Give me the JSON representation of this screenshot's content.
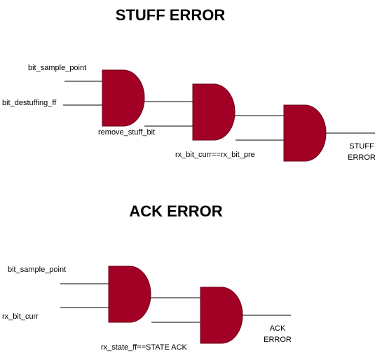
{
  "colors": {
    "gate_fill": "#a20025",
    "gate_stroke": "#6b0017",
    "wire": "#000000",
    "text": "#000000",
    "background": "#ffffff"
  },
  "stuff_error": {
    "title": "STUFF ERROR",
    "inputs": {
      "bit_sample_point": "bit_sample_point",
      "bit_destuffing_ff": "bit_destuffing_ff",
      "remove_stuff_bit": "remove_stuff_bit",
      "rx_bit_compare": "rx_bit_curr==rx_bit_pre"
    },
    "output": [
      "STUFF",
      "ERROR"
    ]
  },
  "ack_error": {
    "title": "ACK ERROR",
    "inputs": {
      "bit_sample_point": "bit_sample_point",
      "rx_bit_curr": "rx_bit_curr",
      "rx_state_ff": "rx_state_ff==STATE ACK"
    },
    "output": [
      "ACK",
      "ERROR"
    ]
  },
  "gate_icon": "and-gate"
}
